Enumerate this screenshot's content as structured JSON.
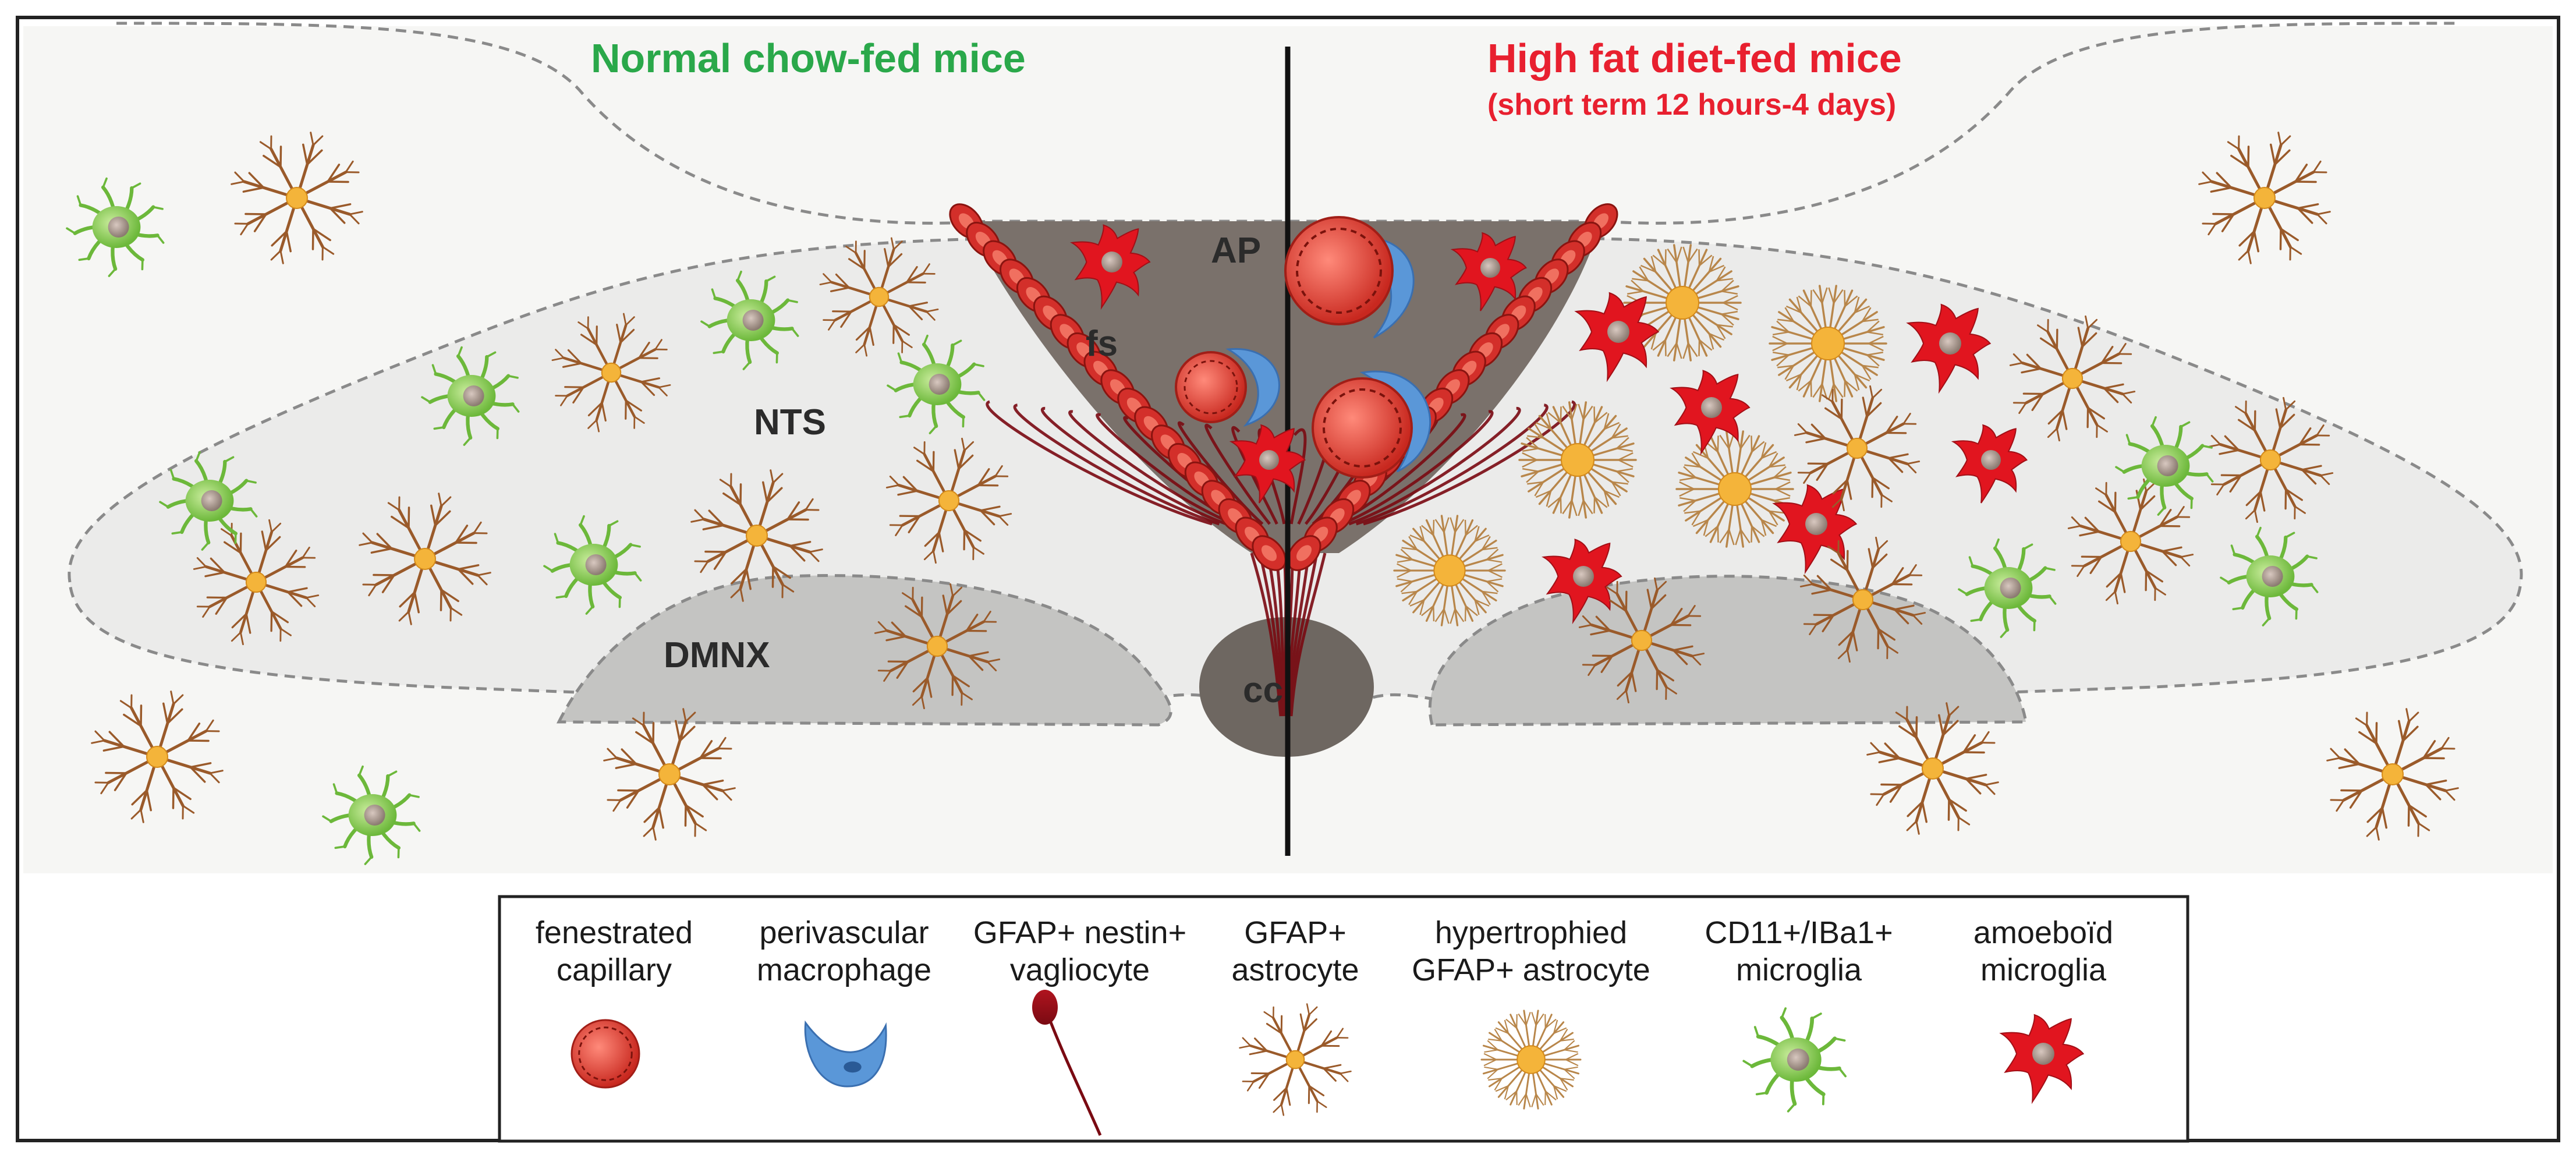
{
  "titles": {
    "left": "Normal chow-fed mice",
    "right": "High fat diet-fed mice",
    "right_sub": "(short term 12 hours-4 days)"
  },
  "regions": {
    "ap": "AP",
    "fs": "fs",
    "nts": "NTS",
    "dmnx": "DMNX",
    "cc": "cc"
  },
  "legend": [
    {
      "label": "fenestrated\ncapillary",
      "icon": "fenestrated-capillary-icon"
    },
    {
      "label": "perivascular\nmacrophage",
      "icon": "perivascular-macrophage-icon"
    },
    {
      "label": "GFAP+ nestin+\nvagliocyte",
      "icon": "vagliocyte-icon"
    },
    {
      "label": "GFAP+\nastrocyte",
      "icon": "astrocyte-icon"
    },
    {
      "label": "hypertrophied\nGFAP+ astrocyte",
      "icon": "hypertrophied-astrocyte-icon"
    },
    {
      "label": "CD11+/IBa1+\nmicroglia",
      "icon": "microglia-icon"
    },
    {
      "label": "amoeboïd\nmicroglia",
      "icon": "amoeboid-microglia-icon"
    }
  ],
  "colors": {
    "normal": "#2aa84a",
    "hfd": "#e8202f",
    "astrocyte": "#9a5a2a",
    "astro_body": "#f4b43a",
    "microglia": "#7cc24a",
    "capillary": "#d9352e",
    "macrophage": "#4a8fd6",
    "ap_fill": "#7a716b"
  }
}
